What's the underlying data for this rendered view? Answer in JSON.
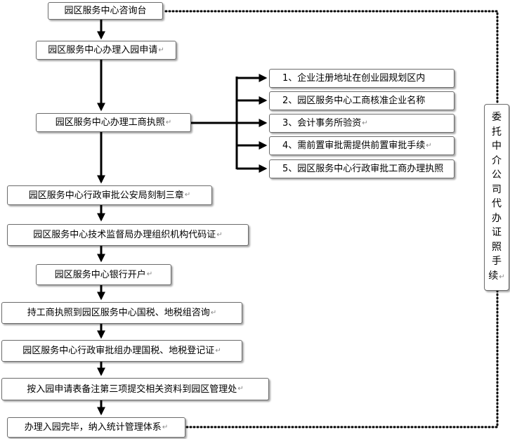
{
  "main_flow": [
    "园区服务中心咨询台",
    "园区服务中心办理入园申请",
    "园区服务中心办理工商执照",
    "园区服务中心行政审批公安局刻制三章",
    "园区服务中心技术监督局办理组织机构代码证",
    "园区服务中心银行开户",
    "持工商执照到园区服务中心国税、地税组咨询",
    "园区服务中心行政审批组办理国税、地税登记证",
    "按入园申请表备注第三项提交相关资料到园区管理处",
    "办理入园完毕，纳入统计管理体系"
  ],
  "license_steps": [
    "1、企业注册地址在创业园规划区内",
    "2、园区服务中心工商核准企业名称",
    "3、会计事务所验资",
    "4、需前置审批需提供前置审批手续",
    "5、园区服务中心行政审批工商办理执照"
  ],
  "agency_note": "委托中介公司代办证照手续",
  "para_mark": "↵"
}
